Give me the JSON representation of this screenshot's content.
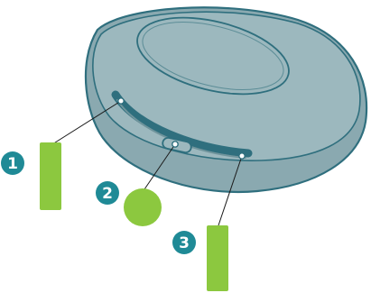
{
  "colors": {
    "device_body": "#8aa9b0",
    "device_top": "#9cb8be",
    "device_outline": "#2f6f7e",
    "accent_green": "#8cc83f",
    "badge_teal": "#1f8a96",
    "leader_line": "#1a1a1a",
    "background": "#ffffff"
  },
  "callouts": [
    {
      "number": "1",
      "shape": "bar"
    },
    {
      "number": "2",
      "shape": "circle"
    },
    {
      "number": "3",
      "shape": "bar"
    }
  ]
}
